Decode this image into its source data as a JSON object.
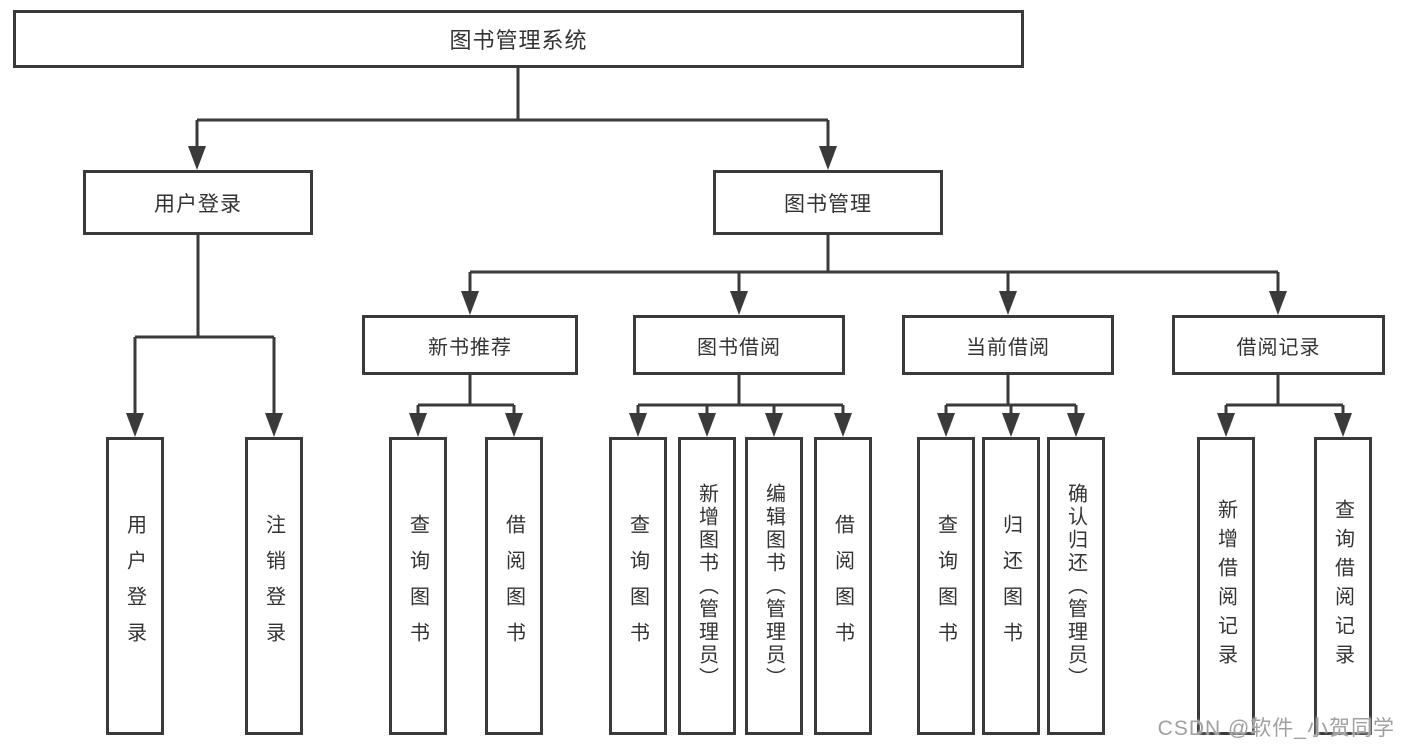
{
  "tree": {
    "root": "图书管理系统",
    "branches": [
      {
        "label": "用户登录",
        "leaves": [
          "用户登录",
          "注销登录"
        ]
      },
      {
        "label": "图书管理",
        "groups": [
          {
            "label": "新书推荐",
            "leaves": [
              "查询图书",
              "借阅图书"
            ]
          },
          {
            "label": "图书借阅",
            "leaves": [
              "查询图书",
              "新增图书（管理员）",
              "编辑图书（管理员）",
              "借阅图书"
            ]
          },
          {
            "label": "当前借阅",
            "leaves": [
              "查询图书",
              "归还图书",
              "确认归还（管理员）"
            ]
          },
          {
            "label": "借阅记录",
            "leaves": [
              "新增借阅记录",
              "查询借阅记录"
            ]
          }
        ]
      }
    ]
  },
  "watermark": "CSDN @软件_小贺同学",
  "colors": {
    "line": "#3a3a3a",
    "text": "#333333",
    "watermark": "#a0a0a0",
    "background": "#ffffff"
  }
}
